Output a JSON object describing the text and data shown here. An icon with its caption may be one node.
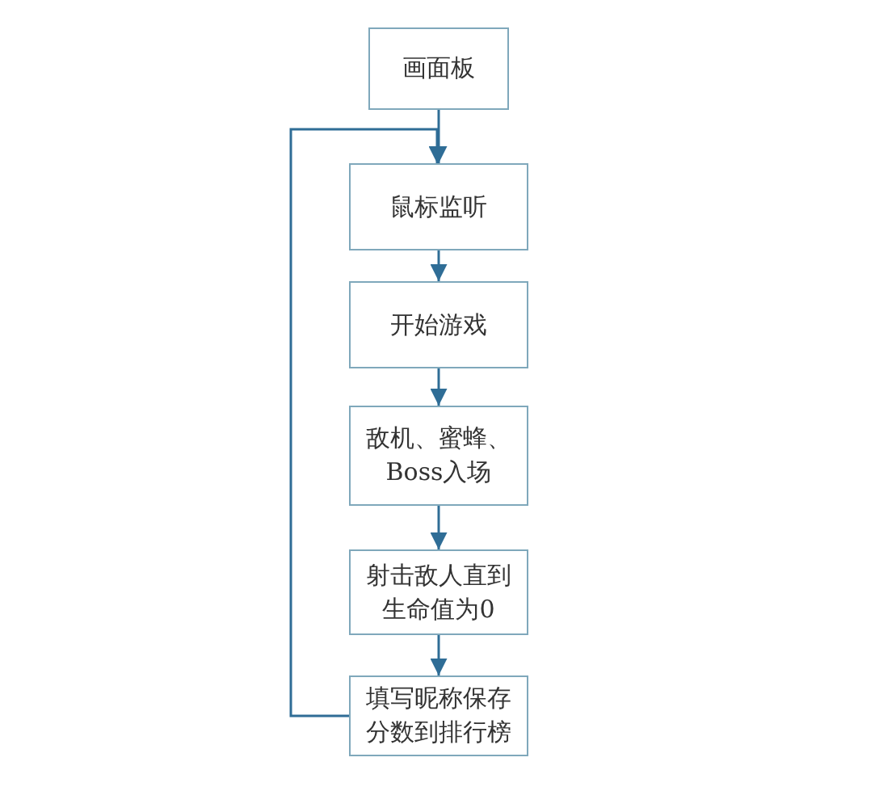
{
  "diagram": {
    "nodes": [
      {
        "text": [
          "画面板"
        ]
      },
      {
        "text": [
          "鼠标监听"
        ]
      },
      {
        "text": [
          "开始游戏"
        ]
      },
      {
        "text": [
          "敌机、蜜蜂、Boss入场"
        ]
      },
      {
        "text": [
          "射击敌人直到生命值为0"
        ]
      },
      {
        "text": [
          "填写昵称保存分数到排行榜"
        ]
      }
    ],
    "edges": [
      {
        "from": 0,
        "to": 1,
        "arrow": "to"
      },
      {
        "from": 1,
        "to": 2,
        "arrow": "to"
      },
      {
        "from": 2,
        "to": 3,
        "arrow": "to"
      },
      {
        "from": 3,
        "to": 4,
        "arrow": "to"
      },
      {
        "from": 4,
        "to": 5,
        "arrow": "to"
      },
      {
        "from": 5,
        "to": 1,
        "arrow": "to"
      }
    ]
  }
}
